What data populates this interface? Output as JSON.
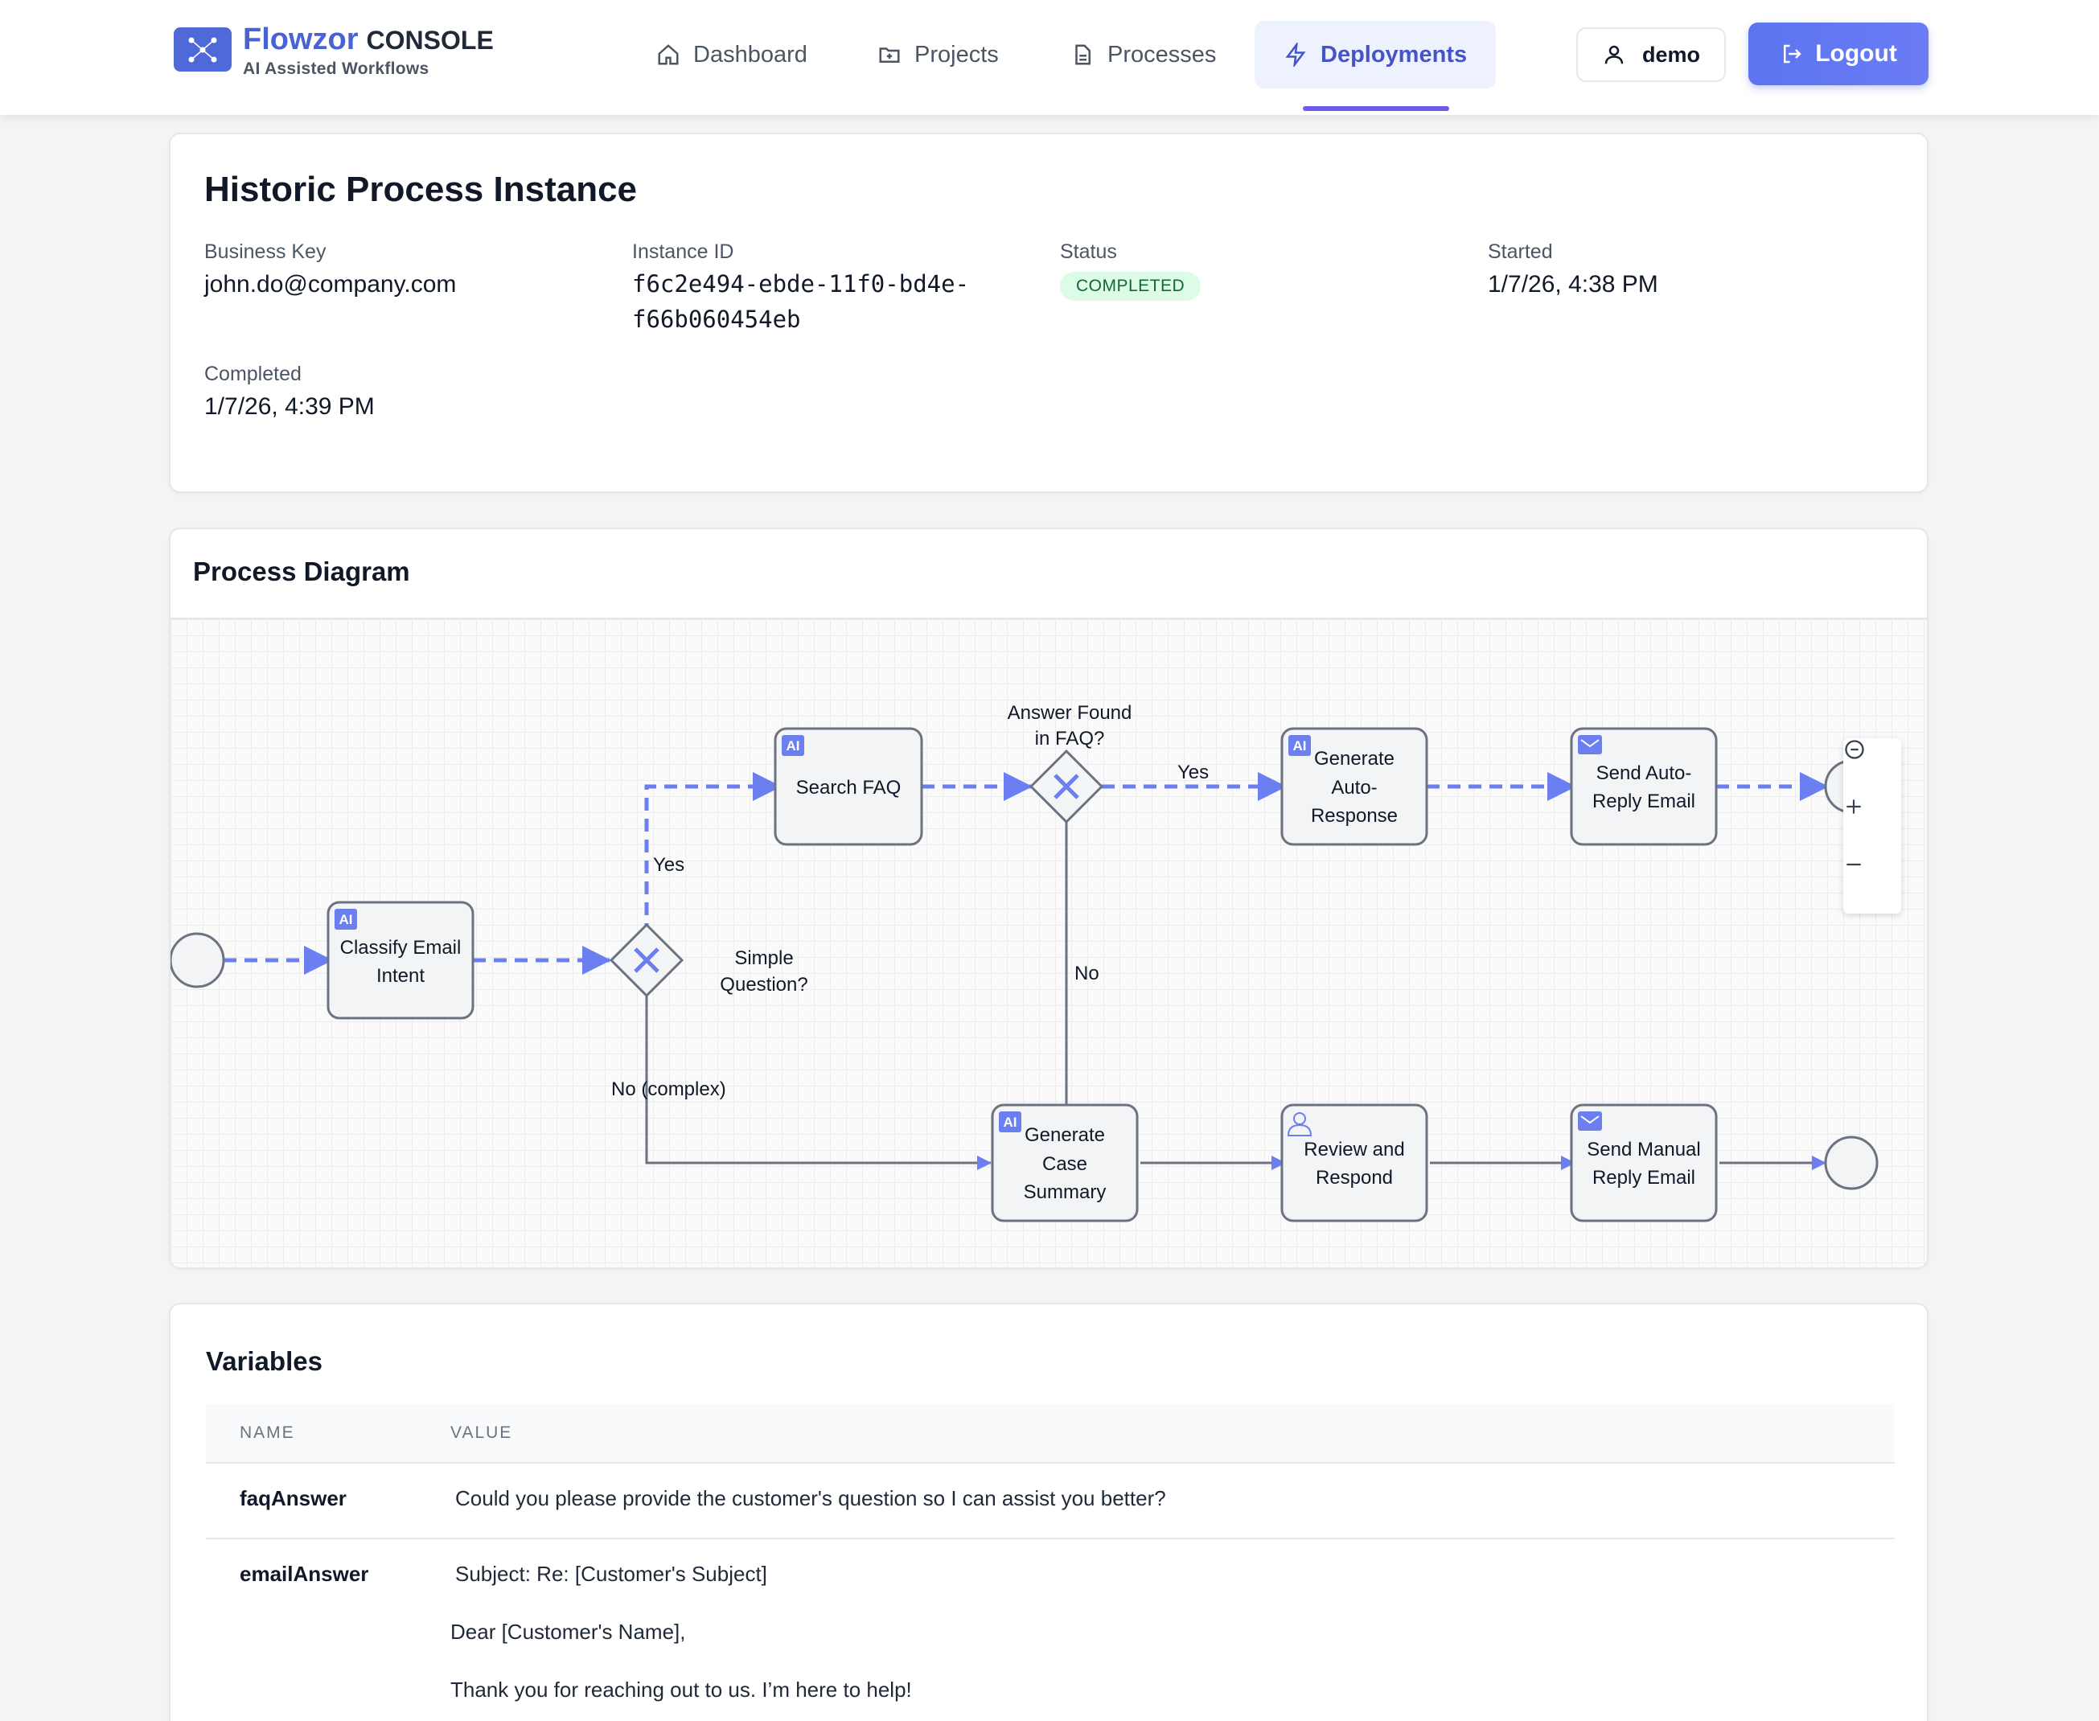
{
  "brand": {
    "name": "Flowzor",
    "suffix": "CONSOLE",
    "tagline": "AI Assisted Workflows",
    "color": "#4a63d3"
  },
  "nav": {
    "items": [
      {
        "label": "Dashboard",
        "icon": "home-icon"
      },
      {
        "label": "Projects",
        "icon": "folder-plus-icon"
      },
      {
        "label": "Processes",
        "icon": "document-icon"
      },
      {
        "label": "Deployments",
        "icon": "lightning-icon",
        "active": true
      }
    ]
  },
  "user": {
    "name": "demo",
    "icon": "user-icon"
  },
  "logout": {
    "label": "Logout",
    "icon": "logout-icon"
  },
  "instance": {
    "title": "Historic Process Instance",
    "business_key_label": "Business Key",
    "business_key": "john.do@company.com",
    "instance_id_label": "Instance ID",
    "instance_id": "f6c2e494-ebde-11f0-bd4e-f66b060454eb",
    "status_label": "Status",
    "status": "COMPLETED",
    "started_label": "Started",
    "started": "1/7/26, 4:38 PM",
    "completed_label": "Completed",
    "completed": "1/7/26, 4:39 PM"
  },
  "diagram": {
    "title": "Process Diagram",
    "accent": "#6b7ff0",
    "tasks": {
      "classify": [
        "Classify Email",
        "Intent"
      ],
      "search_faq": [
        "Search FAQ"
      ],
      "generate_auto": [
        "Generate",
        "Auto-",
        "Response"
      ],
      "send_auto": [
        "Send Auto-",
        "Reply Email"
      ],
      "generate_case": [
        "Generate",
        "Case",
        "Summary"
      ],
      "review": [
        "Review and",
        "Respond"
      ],
      "send_manual": [
        "Send Manual",
        "Reply Email"
      ]
    },
    "gateways": {
      "simple_question": [
        "Simple",
        "Question?"
      ],
      "answer_found": [
        "Answer Found",
        "in FAQ?"
      ]
    },
    "flow_labels": {
      "yes1": "Yes",
      "no_complex": "No (complex)",
      "yes2": "Yes",
      "no2": "No"
    },
    "ai_badge": "AI",
    "zoom_controls": [
      "zoom-reset-icon",
      "zoom-in-icon",
      "zoom-out-icon"
    ]
  },
  "variables": {
    "title": "Variables",
    "columns": [
      "NAME",
      "VALUE"
    ],
    "rows": [
      {
        "name": "faqAnswer",
        "value": "Could you please provide the customer's question so I can assist you better?"
      },
      {
        "name": "emailAnswer",
        "lines": [
          "Subject: Re: [Customer's Subject]",
          "Dear [Customer's Name],",
          "Thank you for reaching out to us. I’m here to help!"
        ]
      }
    ]
  }
}
